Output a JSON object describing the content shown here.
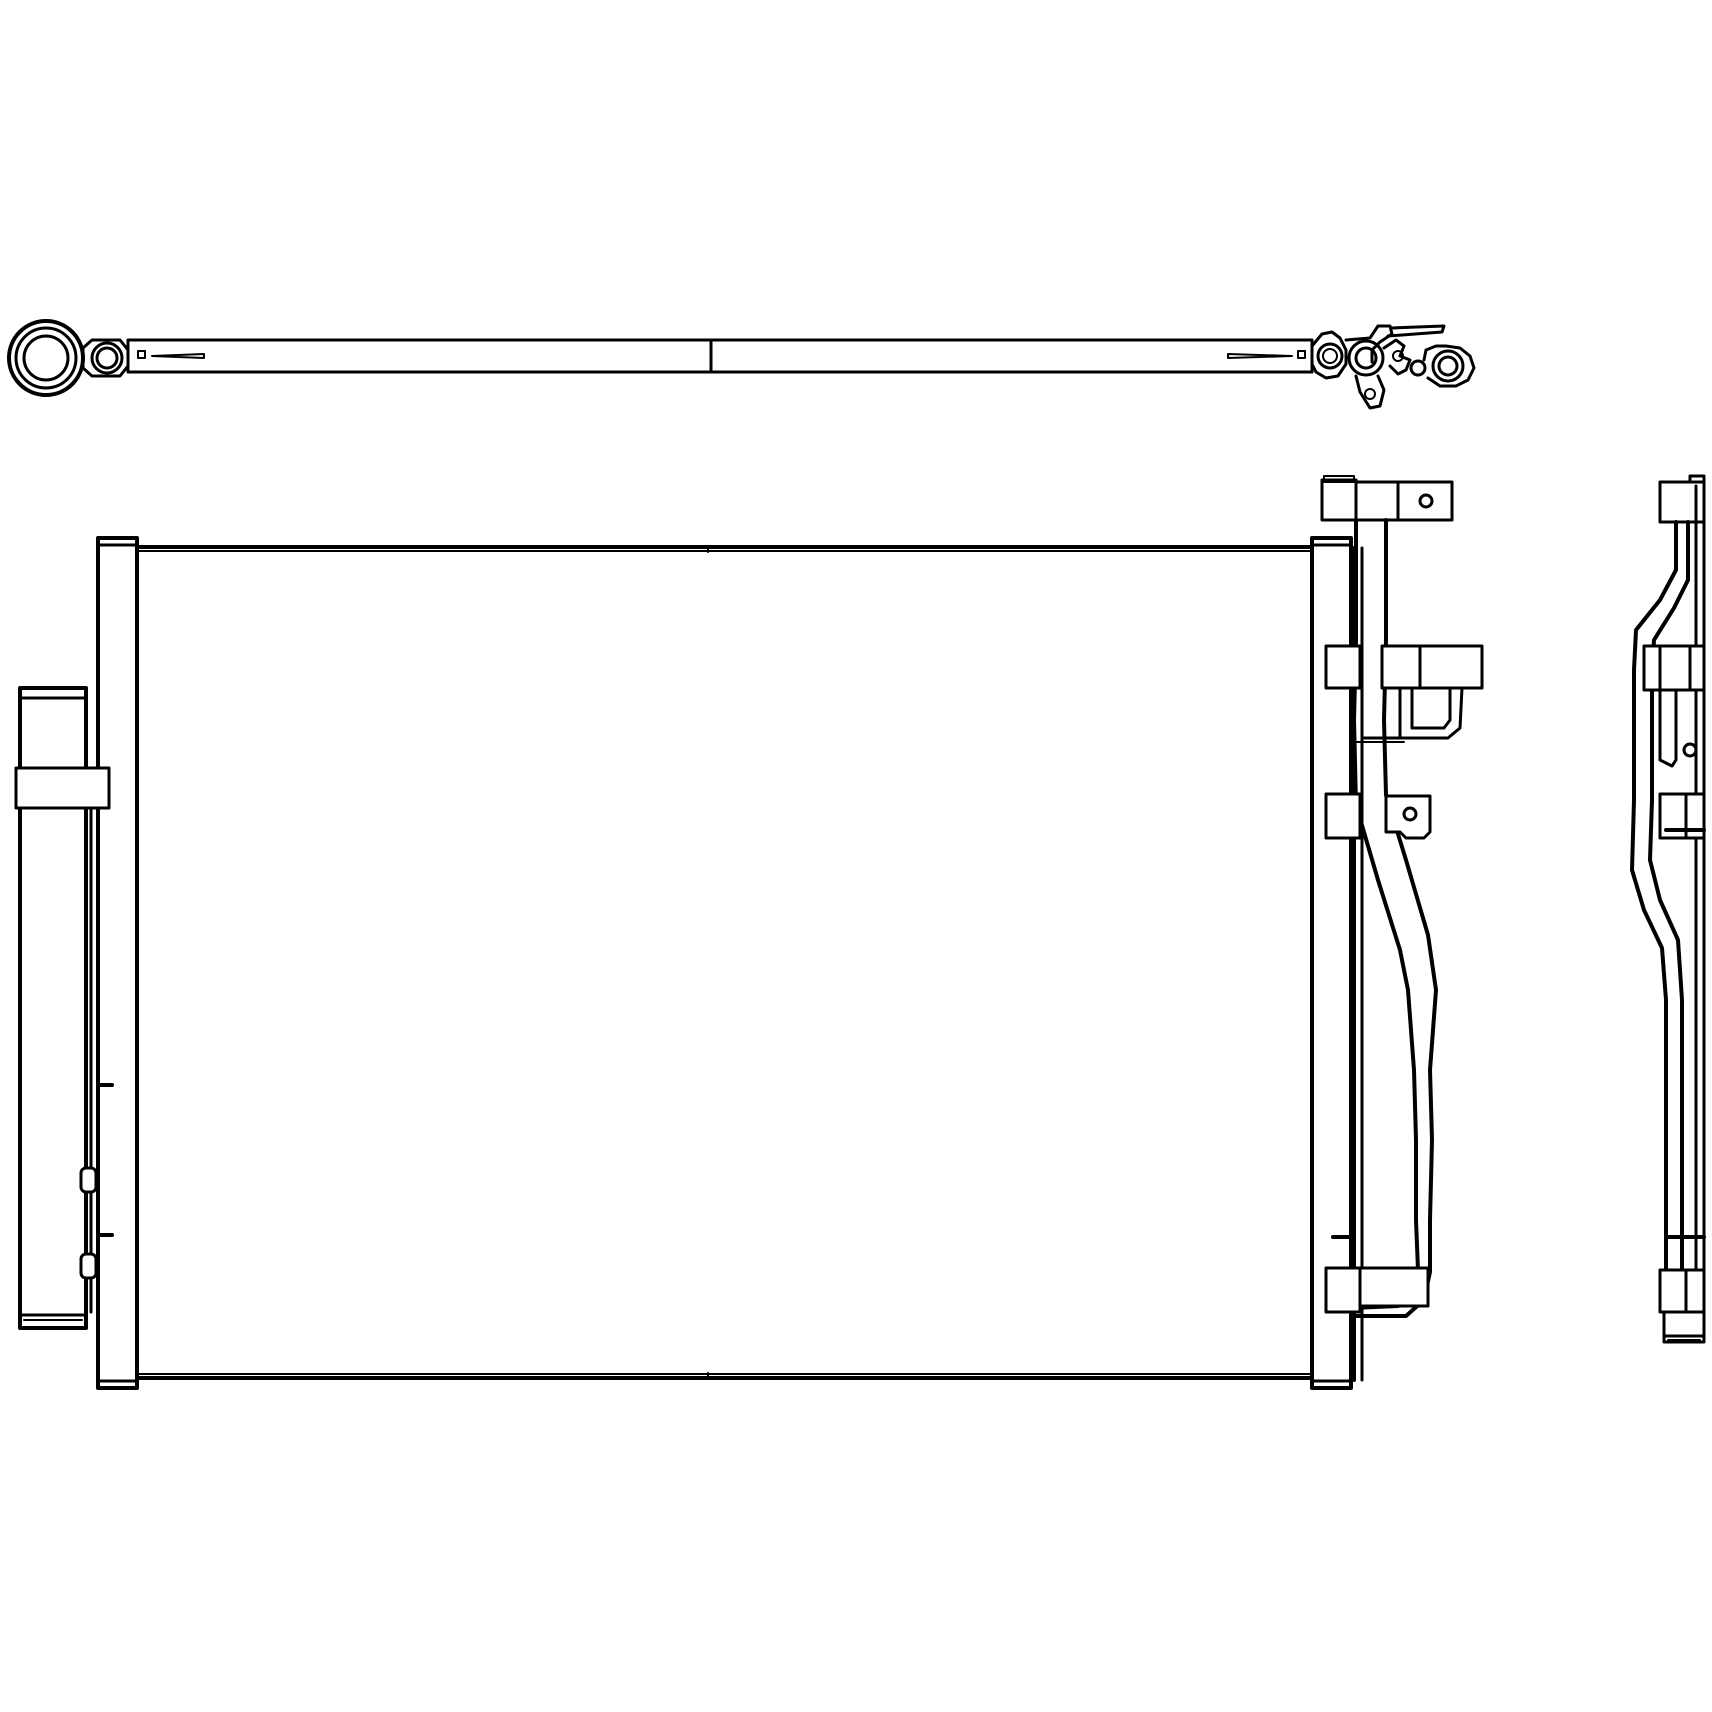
{
  "drawing": {
    "subject": "condenser-technical-line-drawing",
    "views": [
      "top-view",
      "front-view",
      "right-side-view",
      "far-right-end-view"
    ],
    "colors": {
      "background": "#ffffff",
      "line": "#000000"
    }
  }
}
